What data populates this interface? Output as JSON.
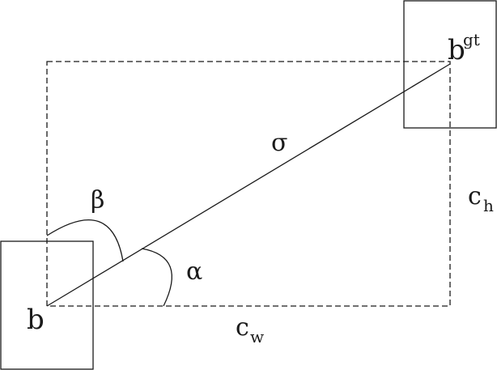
{
  "labels": {
    "box_pred": "b",
    "box_gt_base": "b",
    "box_gt_sup": "gt",
    "angle_beta": "β",
    "angle_alpha": "α",
    "distance_sigma": "σ",
    "ch_base": "c",
    "ch_sub": "h",
    "cw_base": "c",
    "cw_sub": "w"
  },
  "colors": {
    "stroke": "#1a1a1a",
    "background": "#ffffff"
  }
}
